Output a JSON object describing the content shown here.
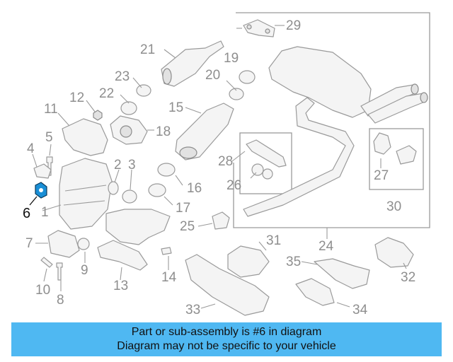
{
  "diagram": {
    "highlight_color": "#1a8fd6",
    "callouts": {
      "c1": "1",
      "c2": "2",
      "c3": "3",
      "c4": "4",
      "c5": "5",
      "c6": "6",
      "c7": "7",
      "c8": "8",
      "c9": "9",
      "c10": "10",
      "c11": "11",
      "c12": "12",
      "c13": "13",
      "c14": "14",
      "c15": "15",
      "c16": "16",
      "c17": "17",
      "c18": "18",
      "c19": "19",
      "c20": "20",
      "c21": "21",
      "c22": "22",
      "c23": "23",
      "c24": "24",
      "c25": "25",
      "c26": "26",
      "c27": "27",
      "c28": "28",
      "c29": "29",
      "c30": "30",
      "c31": "31",
      "c32": "32",
      "c33": "33",
      "c34": "34",
      "c35": "35"
    }
  },
  "banner": {
    "line1": "Part or sub-assembly is #6 in diagram",
    "line2": "Diagram may not be specific to your vehicle",
    "color": "#4fb8f2"
  }
}
